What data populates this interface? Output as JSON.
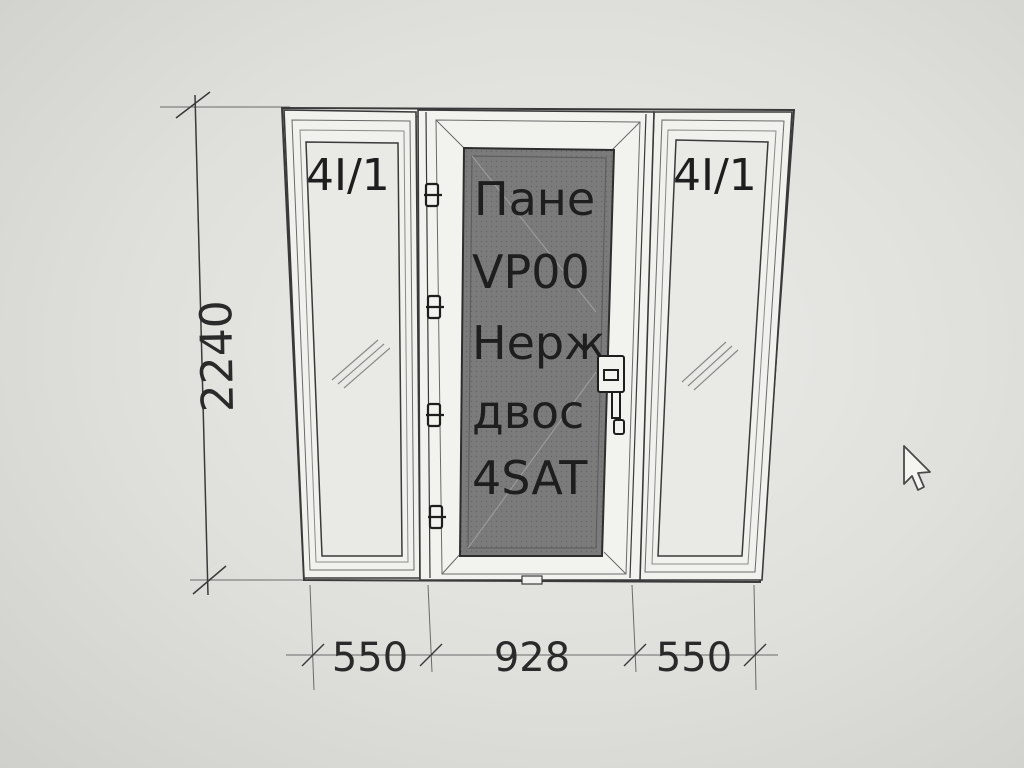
{
  "drawing": {
    "height_dimension": "2240",
    "widths": [
      "550",
      "928",
      "550"
    ],
    "left_sash_label": "4I/1",
    "right_sash_label": "4I/1",
    "door_panel_lines": [
      "Пане",
      "VP00",
      "Нерж",
      "двос",
      "4SAT"
    ]
  },
  "colors": {
    "background": "#e6e6e2",
    "frame": "#f2f2ee",
    "stroke": "#3a3a3a",
    "door_panel": "#7a7a7a"
  },
  "cursor": {
    "icon": "arrow-cursor-icon"
  }
}
